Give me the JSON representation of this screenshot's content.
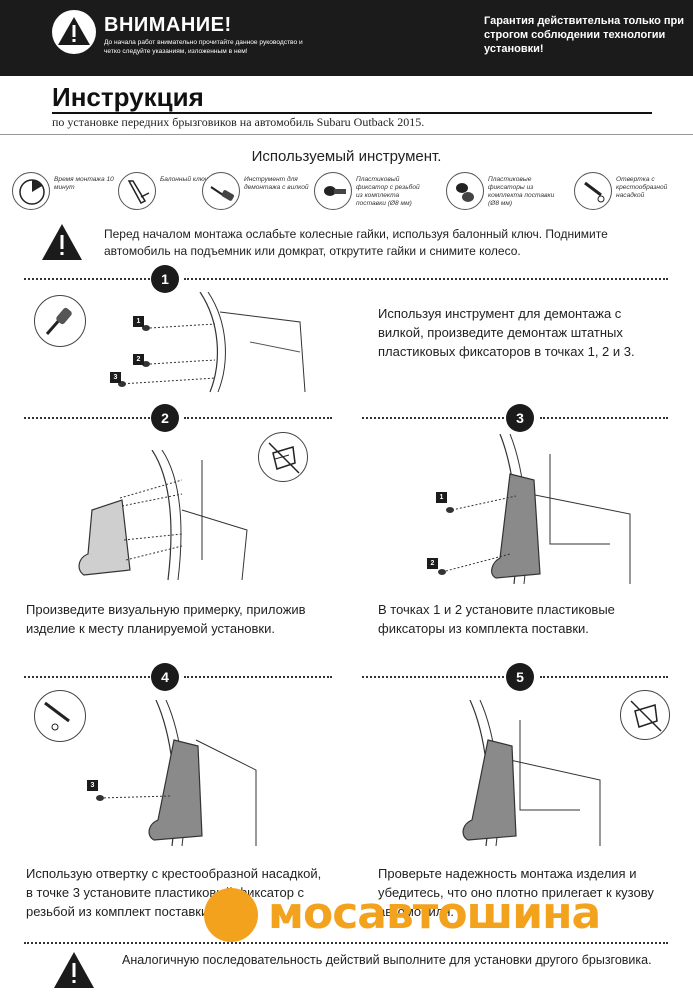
{
  "header": {
    "warning_title": "ВНИМАНИЕ!",
    "warning_text": "До начала работ внимательно прочитайте данное руководство и четко следуйте указаниям, изложенным в нем!",
    "guarantee_text": "Гарантия действительна только при строгом соблюдении технологии установки!"
  },
  "title": {
    "main": "Инструкция",
    "subtitle": "по установке передних брызговиков на автомобиль Subaru Outback 2015."
  },
  "tools": {
    "title": "Используемый инструмент.",
    "items": [
      {
        "icon": "clock-icon",
        "label": "Время монтажа 10 минут"
      },
      {
        "icon": "wrench-icon",
        "label": "Балонный ключ"
      },
      {
        "icon": "fork-tool-icon",
        "label": "Инструмент для демонтажа с вилкой"
      },
      {
        "icon": "threaded-clip-icon",
        "label": "Пластиковый фиксатор с резьбой из комплекта поставки (Ø8 мм)"
      },
      {
        "icon": "plastic-clip-icon",
        "label": "Пластиковые фиксаторы из комплекта поставки (Ø8 мм)"
      },
      {
        "icon": "phillips-screwdriver-icon",
        "label": "Отвертка с крестообразной насадкой"
      }
    ]
  },
  "pre_step_text": "Перед началом монтажа ослабьте колесные гайки, используя балонный ключ. Поднимите автомобиль на подъемник или домкрат, открутите гайки и снимите колесо.",
  "steps": [
    {
      "number": "1",
      "text": "Используя инструмент для демонтажа с вилкой, произведите демонтаж штатных пластиковых фиксаторов в точках 1, 2 и 3.",
      "badges": [
        "1",
        "2",
        "3"
      ]
    },
    {
      "number": "2",
      "text": "Произведите визуальную примерку, приложив изделие к месту планируемой установки."
    },
    {
      "number": "3",
      "text": "В точках 1 и 2 установите пластиковые фиксаторы из комплекта поставки.",
      "badges": [
        "1",
        "2"
      ]
    },
    {
      "number": "4",
      "text": "Использую отвертку с крестообразной насадкой, в точке 3 установите пластиковый фиксатор с резьбой из комплект поставки.",
      "badges": [
        "3"
      ]
    },
    {
      "number": "5",
      "text": "Проверьте надежность монтажа изделия и убедитесь, что оно плотно прилегает к кузову автомобиля."
    }
  ],
  "footer_text": "Аналогичную последовательность действий выполните для установки другого брызговика.",
  "watermark": {
    "text": "мосавтошина",
    "color": "#f3a21d"
  }
}
